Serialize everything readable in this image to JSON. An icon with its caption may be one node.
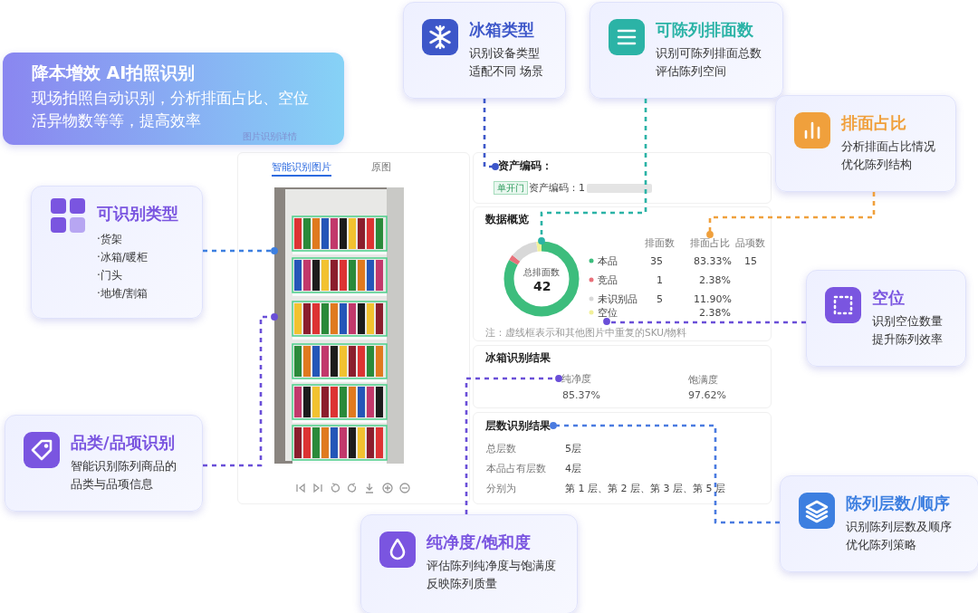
{
  "diagram": {
    "nodes": [
      {
        "text": [
          "降本增效  AI拍照识别",
          "现场拍照自动识别，分析排面占比、空位活异物数等等，提高效率"
        ]
      },
      {
        "text": [
          "冰箱类型",
          "识别设备类型适配不同 场景"
        ]
      },
      {
        "text": [
          "可陈列排面数",
          "识别可陈列排面总数评估陈列空间"
        ]
      },
      {
        "text": [
          "排面占比",
          "分析排面占比情况优化陈列结构"
        ]
      },
      {
        "text": [
          "可识别类型",
          "·货架",
          "·冰箱/暖柜",
          "·门头",
          "·地堆/割箱"
        ]
      },
      {
        "text": [
          "空位",
          "识别空位数量提升陈列效率"
        ]
      },
      {
        "text": [
          "品类/品项识别",
          "智能识别陈列商品的品类与品项信息"
        ]
      },
      {
        "text": [
          "纯净度/饱和度",
          "评估陈列纯净度与饱满度反映陈列质量"
        ]
      },
      {
        "text": [
          "陈列层数/顺序",
          "识别陈列层数及顺序优化陈列策略"
        ]
      },
      {
        "text": [],
        "shape": "picture"
      },
      {
        "text": [],
        "shape": "circle"
      },
      {
        "text": [
          "资产编码："
        ]
      },
      {
        "text": [
          "排面占比"
        ]
      },
      {
        "text": [
          "空位"
        ]
      },
      {
        "text": [
          "纯净度"
        ]
      },
      {
        "text": [
          "层数识别结果"
        ]
      }
    ],
    "edges": [
      {
        "from": 1,
        "to": 11,
        "arrow": "other",
        "style": "dashed",
        "color": "#3d57c9"
      },
      {
        "from": 2,
        "to": 10,
        "arrow": "other",
        "style": "dashed",
        "color": "#2bb3a6"
      },
      {
        "from": 3,
        "to": 12,
        "arrow": "other",
        "style": "dashed",
        "color": "#f0a03c"
      },
      {
        "from": 5,
        "to": 13,
        "arrow": "other",
        "style": "dashed"
      },
      {
        "from": 4,
        "to": 9,
        "arrow": "other",
        "style": "dashed",
        "color": "#3d7fe0"
      },
      {
        "from": 6,
        "to": 9,
        "arrow": "other",
        "style": "dashed"
      },
      {
        "from": 7,
        "to": 14,
        "arrow": "other",
        "style": "dashed"
      },
      {
        "from": 8,
        "to": 15,
        "arrow": "other",
        "style": "dashed",
        "color": "#4a7be0"
      }
    ],
    "labels": [
      "图片识别详情",
      "智能识别图片",
      "原图",
      "单开门",
      "资产编码：1",
      "数据概览",
      "排面数",
      "品项数",
      "本品",
      "35",
      "83.33%",
      "15",
      "竞品",
      "1",
      "2.38%",
      "未识别品",
      "5",
      "11.90%",
      "2.38%",
      "总排面数",
      "42",
      "注：虚线框表示和其他图片中重复的SKU/物料",
      "冰箱识别结果",
      "85.37%",
      "饱满度",
      "97.62%",
      "总层数",
      "5层",
      "本品占有层数",
      "4层",
      "分别为",
      "第 1 层、第 2 层、第 3 层、第 5 层"
    ]
  }
}
